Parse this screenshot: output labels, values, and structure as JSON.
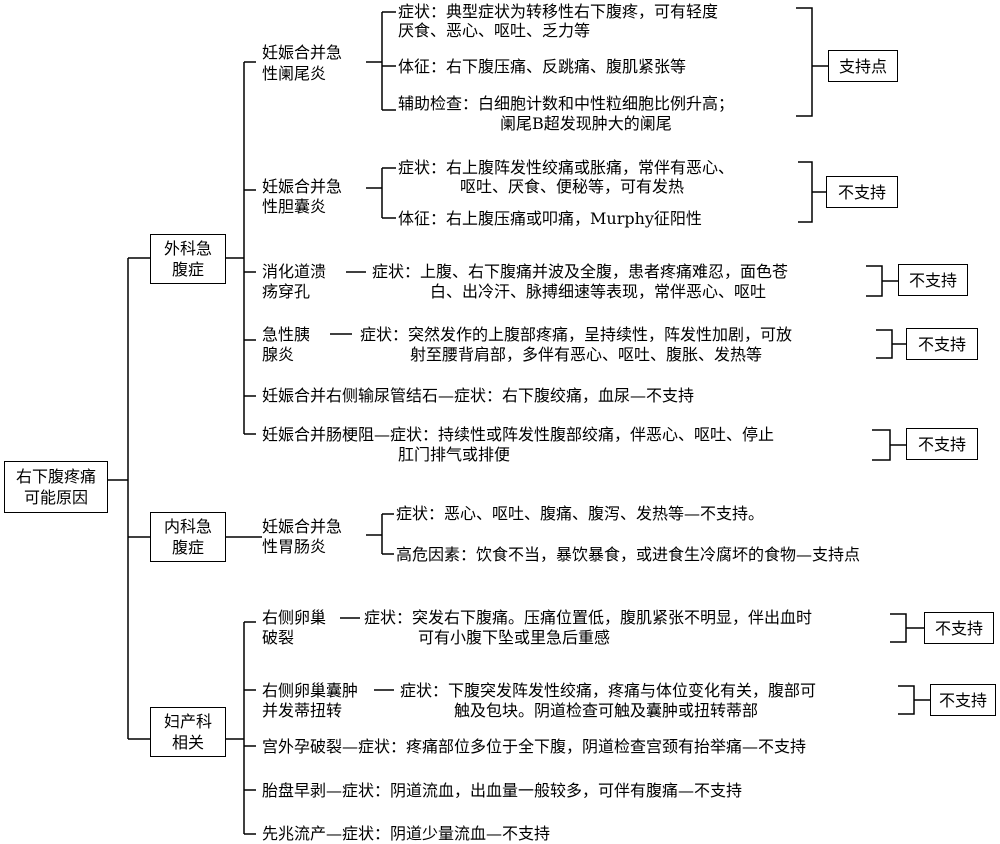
{
  "root": {
    "line1": "右下腹疼痛",
    "line2": "可能原因"
  },
  "categories": {
    "surgical": {
      "line1": "外科急",
      "line2": "腹症"
    },
    "medical": {
      "line1": "内科急",
      "line2": "腹症"
    },
    "obgyn": {
      "line1": "妇产科",
      "line2": "相关"
    }
  },
  "surgical": {
    "appendicitis": {
      "name1": "妊娠合并急",
      "name2": "性阑尾炎",
      "symptom1": "症状：典型症状为转移性右下腹疼，可有轻度",
      "symptom2": "厌食、恶心、呕吐、乏力等",
      "sign": "体征：右下腹压痛、反跳痛、腹肌紧张等",
      "exam1": "辅助检查：白细胞计数和中性粒细胞比例升高；",
      "exam2": "阑尾B超发现肿大的阑尾",
      "verdict": "支持点"
    },
    "cholecystitis": {
      "name1": "妊娠合并急",
      "name2": "性胆囊炎",
      "symptom1": "症状：右上腹阵发性绞痛或胀痛，常伴有恶心、",
      "symptom2": "呕吐、厌食、便秘等，可有发热",
      "sign": "体征：右上腹压痛或叩痛，Murphy征阳性",
      "verdict": "不支持"
    },
    "ulcer": {
      "name1": "消化道溃",
      "name2": "疡穿孔",
      "symptom1": "症状：上腹、右下腹痛并波及全腹，患者疼痛难忍，面色苍",
      "symptom2": "白、出冷汗、脉搏细速等表现，常伴恶心、呕吐",
      "verdict": "不支持"
    },
    "pancreatitis": {
      "name1": "急性胰",
      "name2": "腺炎",
      "symptom1": "症状：突然发作的上腹部疼痛，呈持续性，阵发性加剧，可放",
      "symptom2": "射至腰背肩部，多伴有恶心、呕吐、腹胀、发热等",
      "verdict": "不支持"
    },
    "ureteral_stone": "妊娠合并右侧输尿管结石—症状：右下腹绞痛，血尿—不支持",
    "obstruction": {
      "line1": "妊娠合并肠梗阻—症状：持续性或阵发性腹部绞痛，伴恶心、呕吐、停止",
      "line2": "肛门排气或排便",
      "verdict": "不支持"
    }
  },
  "medical": {
    "gastroenteritis": {
      "name1": "妊娠合并急",
      "name2": "性胃肠炎",
      "symptom": "症状：恶心、呕吐、腹痛、腹泻、发热等—不支持。",
      "risk": "高危因素：饮食不当，暴饮暴食，或进食生冷腐坏的食物—支持点"
    }
  },
  "obgyn": {
    "ovary_rupture": {
      "name1": "右侧卵巢",
      "name2": "破裂",
      "symptom1": "症状：突发右下腹痛。压痛位置低，腹肌紧张不明显，伴出血时",
      "symptom2": "可有小腹下坠或里急后重感",
      "verdict": "不支持"
    },
    "ovary_torsion": {
      "name1": "右侧卵巢囊肿",
      "name2": "并发蒂扭转",
      "symptom1": "症状：下腹突发阵发性绞痛，疼痛与体位变化有关，腹部可",
      "symptom2": "触及包块。阴道检查可触及囊肿或扭转蒂部",
      "verdict": "不支持"
    },
    "ectopic": "宫外孕破裂—症状：疼痛部位多位于全下腹，阴道检查宫颈有抬举痛—不支持",
    "abruption": "胎盘早剥—症状：阴道流血，出血量一般较多，可伴有腹痛—不支持",
    "miscarriage": "先兆流产—症状：阴道少量流血—不支持"
  }
}
